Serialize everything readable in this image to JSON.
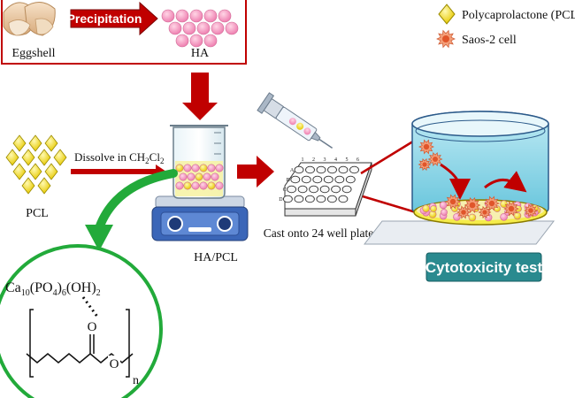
{
  "legend": {
    "pcl_label": "Polycaprolactone (PCL)",
    "cell_label": "Saos-2 cell"
  },
  "top_panel": {
    "eggshell_label": "Eggshell",
    "precipitation_label": "Precipitation",
    "ha_label": "HA"
  },
  "middle": {
    "pcl_label": "PCL",
    "dissolve_label": "Dissolve in CH",
    "dissolve_sub1": "2",
    "dissolve_mid": "Cl",
    "dissolve_sub2": "2",
    "ha_pcl_label": "HA/PCL",
    "cast_label": "Cast onto 24 well plate",
    "well_rows": [
      "A",
      "B",
      "C",
      "D"
    ],
    "well_cols": [
      "1",
      "2",
      "3",
      "4",
      "5",
      "6"
    ]
  },
  "cytotoxicity": {
    "label": "Cytotoxicity test"
  },
  "chemistry": {
    "ca": "Ca",
    "ca_sub": "10",
    "po4_open": "(PO",
    "po4_sub": "4",
    "po4_close": ")",
    "po4_count": "6",
    "oh": "(OH)",
    "oh_sub": "2",
    "oxygen_carbonyl": "O",
    "oxygen_ester": "O",
    "repeat_n": "n"
  },
  "colors": {
    "red_arrow": "#c00000",
    "green_arrow": "#22aa3a",
    "teal_label": "#2a8a8f",
    "pcl_yellow": "#f2e200",
    "ha_pink": "#f090b8",
    "cell_orange": "#f08060"
  },
  "icons": [
    "eggshell-icon",
    "beaker-icon",
    "hotplate-stirrer-icon",
    "syringe-icon",
    "well-plate-icon",
    "petri-dish-icon",
    "pcl-diamond-icon",
    "saos2-cell-icon"
  ]
}
